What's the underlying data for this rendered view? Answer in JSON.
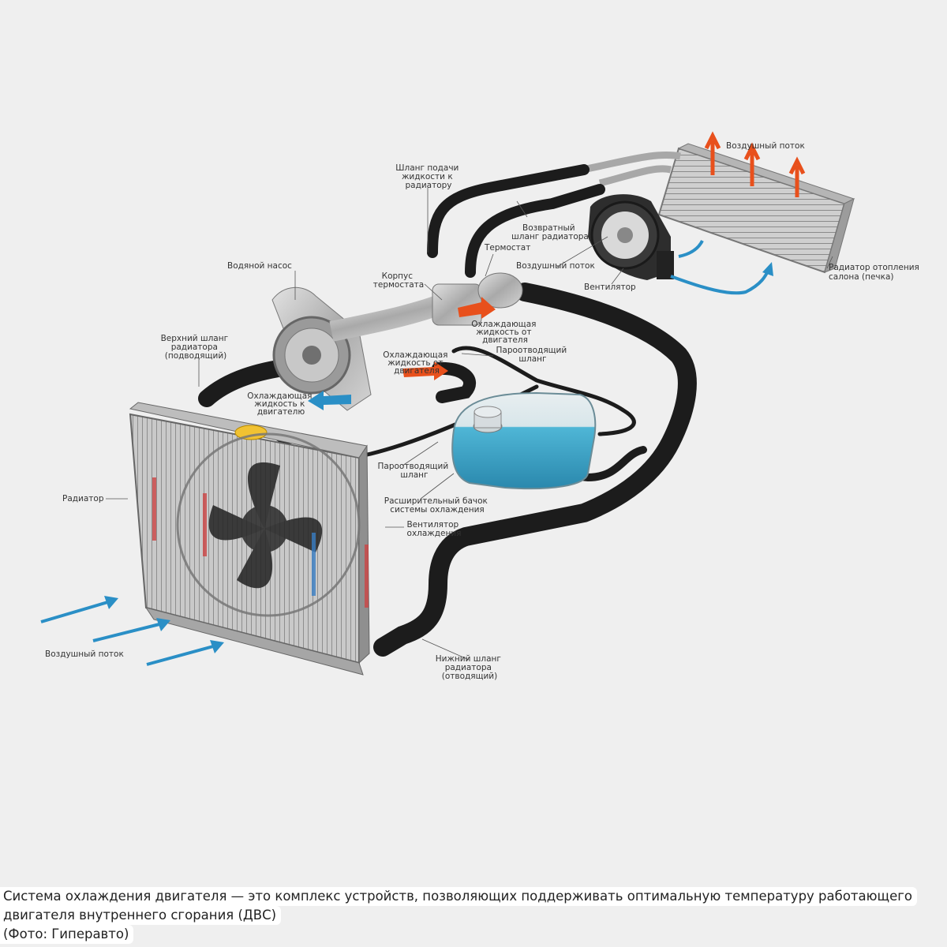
{
  "labels": {
    "air_flow_top": "Воздушный поток",
    "hose_supply": [
      "Шланг подачи",
      "жидкости к",
      "радиатору"
    ],
    "hose_return": [
      "Возвратный",
      "шланг радиатора"
    ],
    "thermostat": "Термостат",
    "air_flow_fan": "Воздушный поток",
    "blower": "Вентилятор",
    "heater_core": [
      "Радиатор отопления",
      "салона (печка)"
    ],
    "water_pump": "Водяной насос",
    "thermostat_housing": [
      "Корпус",
      "термостата"
    ],
    "coolant_from_engine_1": [
      "Охлаждающая",
      "жидкость от",
      "двигателя"
    ],
    "upper_hose": [
      "Верхний шланг",
      "радиатора",
      "(подводящий)"
    ],
    "coolant_from_engine_2": [
      "Охлаждающая",
      "жидкость от",
      "двигателя"
    ],
    "vapor_hose_1": [
      "Пароотводящий",
      "шланг"
    ],
    "coolant_to_engine": [
      "Охлаждающая",
      "жидкость к",
      "двигателю"
    ],
    "radiator": "Радиатор",
    "vapor_hose_2": [
      "Пароотводящий",
      "шланг"
    ],
    "expansion_tank": [
      "Расширительный бачок",
      "системы охлаждения"
    ],
    "cooling_fan": [
      "Вентилятор",
      "охлаждения"
    ],
    "air_flow_bottom": "Воздушный поток",
    "lower_hose": [
      "Нижний шланг",
      "радиатора",
      "(отводящий)"
    ]
  },
  "caption": {
    "line1": "Система охлаждения двигателя — это комплекс устройств, позволяющих поддерживать оптимальную температуру работающего",
    "line2": "двигателя внутреннего сгорания (ДВС)",
    "line3": "(Фото: Гиперавто)"
  },
  "colors": {
    "background": "#efefef",
    "hose": "#1c1c1c",
    "hot_arrow": "#e8501c",
    "cold_arrow": "#2a8fc6",
    "tank_fluid": "#3aa6c8",
    "metal": "#b8b8b8"
  }
}
